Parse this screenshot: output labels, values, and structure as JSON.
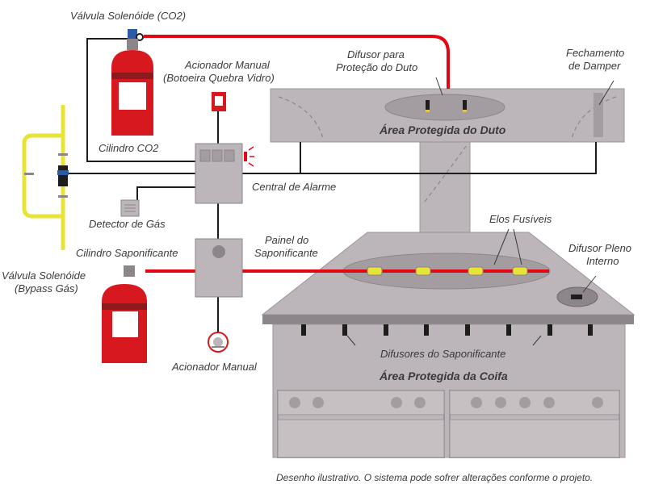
{
  "labels": {
    "valve_co2": "Válvula Solenóide (CO2)",
    "manual_trigger_1": "Acionador Manual",
    "manual_trigger_2": "(Botoeira Quebra Vidro)",
    "cylinder_co2": "Cilindro CO2",
    "duct_diffuser_1": "Difusor para",
    "duct_diffuser_2": "Proteção do Duto",
    "damper_1": "Fechamento",
    "damper_2": "de Damper",
    "duct_area": "Área Protegida do Duto",
    "alarm_central": "Central de Alarme",
    "gas_detector": "Detector de Gás",
    "fuse_links": "Elos Fusíveis",
    "saponifier_panel_1": "Painel do",
    "saponifier_panel_2": "Saponificante",
    "saponifier_cylinder": "Cilindro Saponificante",
    "plenum_diffuser_1": "Difusor Pleno",
    "plenum_diffuser_2": "Interno",
    "bypass_valve_1": "Válvula Solenóide",
    "bypass_valve_2": "(Bypass Gás)",
    "saponifier_diffusers": "Difusores do Saponificante",
    "manual_trigger_bottom": "Acionador Manual",
    "hood_area": "Área Protegida da Coifa",
    "footnote": "Desenho ilustrativo. O sistema pode sofrer alterações conforme o projeto."
  },
  "colors": {
    "red_pipe": "#e30613",
    "cylinder_red": "#d7191f",
    "gas_yellow": "#e8e337",
    "structure_gray": "#bcb5b9",
    "structure_dark": "#8c8589",
    "wire_black": "#1d1d1b"
  }
}
